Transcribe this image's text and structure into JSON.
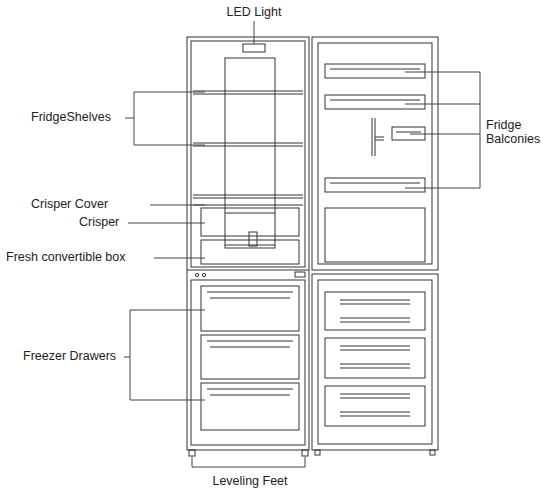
{
  "diagram": {
    "labels": [
      "LED Light",
      "FridgeShelves",
      "Crisper Cover",
      "Crisper",
      "Fresh convertible box",
      "Freezer Drawers",
      "Leveling Feet",
      "Fridge Balconies"
    ]
  }
}
